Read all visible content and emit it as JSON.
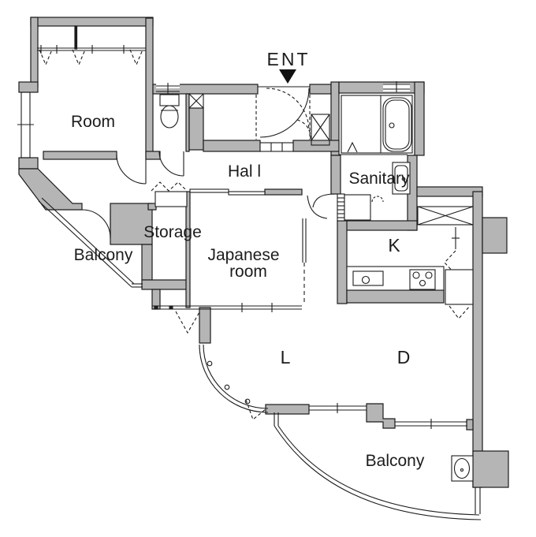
{
  "floorplan": {
    "type": "apartment-floor-plan",
    "labels": {
      "room": "Room",
      "entrance": "ENT",
      "hall": "Hal l",
      "sanitary": "Sanitary",
      "storage": "Storage",
      "balcony_left": "Balcony",
      "japanese_room_line1": "Japanese",
      "japanese_room_line2": "room",
      "kitchen": "K",
      "living": "L",
      "dining": "D",
      "balcony_bottom": "Balcony"
    },
    "colors": {
      "wall_fill": "#b5b5b5",
      "line": "#1c1c1c",
      "background": "#ffffff"
    },
    "fixtures": [
      "entrance-arrow-icon",
      "toilet-icon",
      "bathtub-icon",
      "washbasin-icon",
      "washing-machine-icon",
      "kitchen-sink-icon",
      "stove-icon",
      "refrigerator-icon",
      "slop-sink-icon",
      "shoe-cabinet-icon",
      "closet-x-icon"
    ]
  }
}
